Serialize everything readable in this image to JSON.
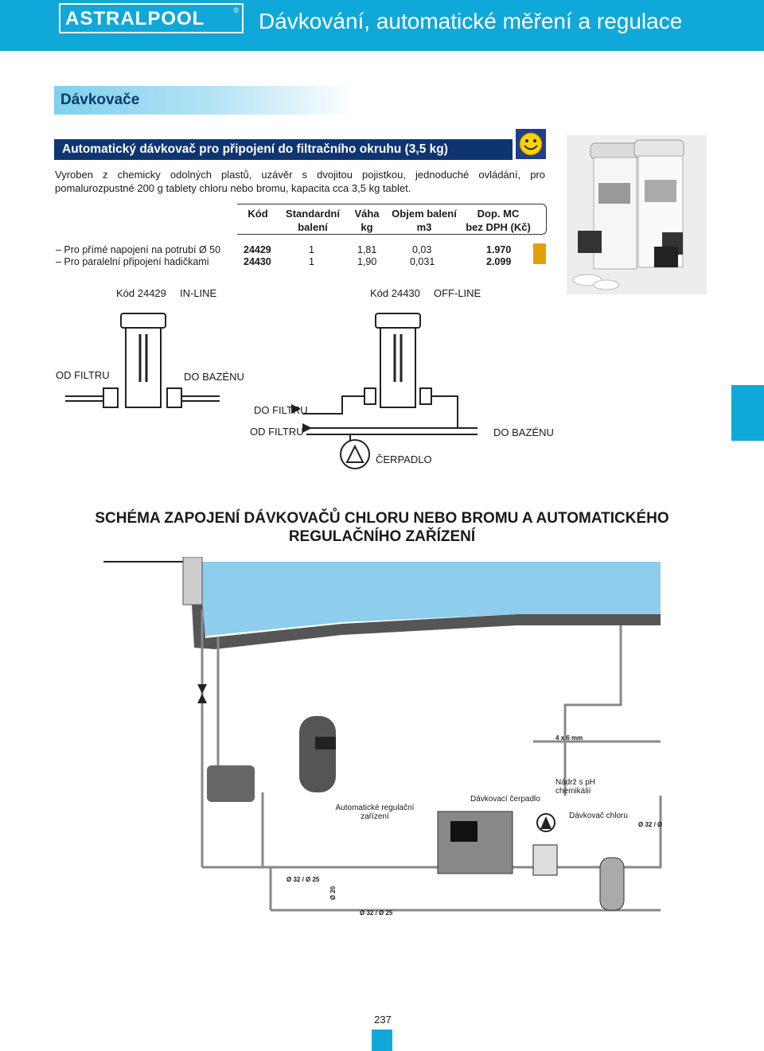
{
  "header": {
    "brand": "ASTRALPOOL",
    "title": "Dávkování, automatické měření a regulace"
  },
  "section": {
    "title": "Dávkovače"
  },
  "product": {
    "title": "Automatický dávkovač pro připojení do filtračního okruhu (3,5 kg)",
    "description": "Vyroben z chemicky odolných plastů, uzávěr s dvojitou pojistkou, jednoduché ovládání, pro pomalurozpustné 200 g tablety chloru nebo bromu, kapacita cca 3,5 kg tablet."
  },
  "table": {
    "headers": {
      "kod": "Kód",
      "balenia": "Standardní",
      "balenib": "balení",
      "vahaa": "Váha",
      "vahab": "kg",
      "objema": "Objem balení",
      "objemb": "m3",
      "cenaa": "Dop. MC",
      "cenab": "bez DPH (Kč)"
    },
    "rows": [
      {
        "desc": "– Pro přímé napojení na potrubí Ø 50",
        "kod": "24429",
        "baleni": "1",
        "vaha": "1,81",
        "objem": "0,03",
        "cena": "1.970"
      },
      {
        "desc": "– Pro paralelní připojení hadičkami",
        "kod": "24430",
        "baleni": "1",
        "vaha": "1,90",
        "objem": "0,031",
        "cena": "2.099"
      }
    ]
  },
  "inline_diagram": {
    "code": "Kód 24429",
    "mode": "IN-LINE",
    "from_filter": "OD FILTRU",
    "to_pool": "DO BAZÉNU"
  },
  "offline_diagram": {
    "code": "Kód 24430",
    "mode": "OFF-LINE",
    "to_filter": "DO FILTRU",
    "from_filter": "OD FILTRU",
    "to_pool": "DO BAZÉNU",
    "pump": "ČERPADLO"
  },
  "schema": {
    "title_line1": "SCHÉMA ZAPOJENÍ DÁVKOVAČŮ CHLORU NEBO BROMU A AUTOMATICKÉHO",
    "title_line2": "REGULAČNÍHO ZAŘÍZENÍ",
    "labels": {
      "regulation_a": "Automatické regulační",
      "regulation_b": "zařízení",
      "dosing_pump": "Dávkovací čerpadlo",
      "tank_a": "Nádrž s pH",
      "tank_b": "chemikálií",
      "chlorinator": "Dávkovač chloru",
      "pipe_4x6": "4 x 6 mm",
      "pipe_32": "Ø 32 / Ø",
      "pipe_32_25": "Ø 32 / Ø 25",
      "pipe_20": "Ø 20",
      "pipe_32_25b": "Ø 32 / Ø 25"
    }
  },
  "footer": {
    "page_number": "237"
  },
  "colors": {
    "brand_blue": "#10a8d8",
    "navy": "#0f3571",
    "water": "#8fcdec"
  }
}
